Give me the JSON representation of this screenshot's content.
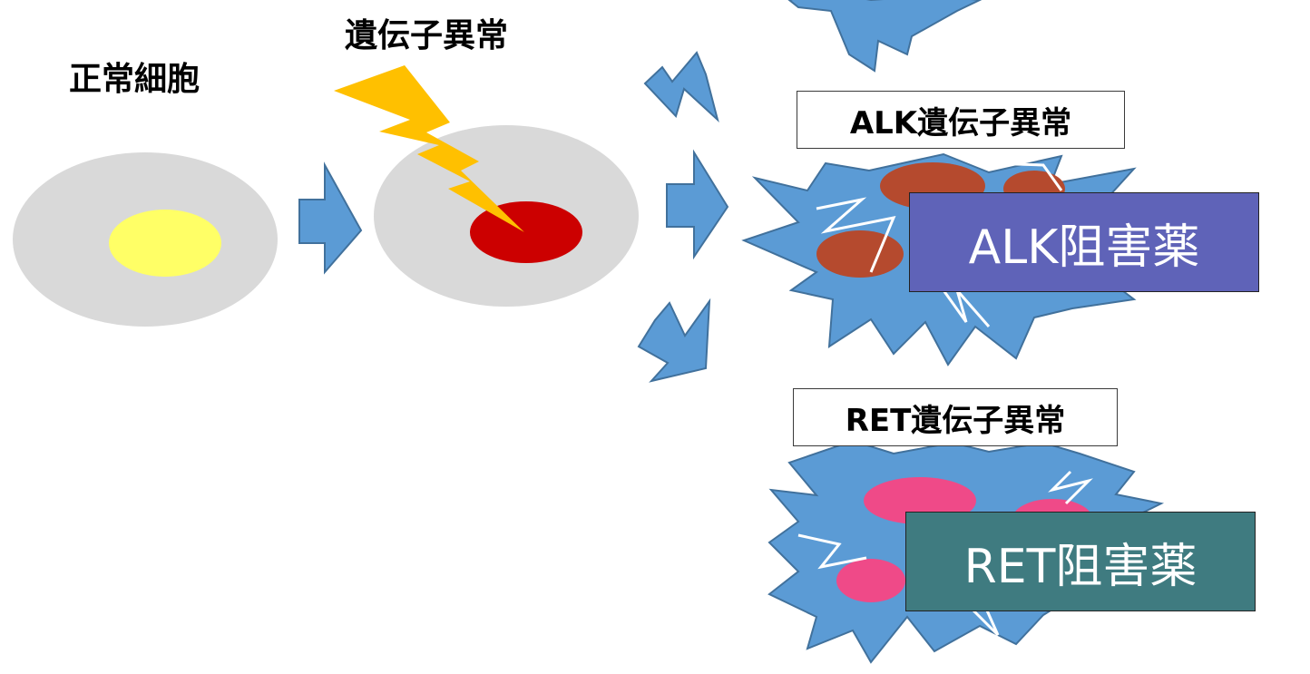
{
  "labels": {
    "normal_cell": "正常細胞",
    "gene_abnormality": "遺伝子異常"
  },
  "mutations": [
    {
      "label": "ALK遺伝子異常",
      "drug": "ALK阻害薬",
      "drug_color": "#5f63b8",
      "nucleus_color": "#b54a2e"
    },
    {
      "label": "RET遺伝子異常",
      "drug": "RET阻害薬",
      "drug_color": "#3f7b80",
      "nucleus_color": "#ef4a88"
    }
  ],
  "colors": {
    "cell": "#d9d9d9",
    "normal_nucleus": "#ffff66",
    "abnormal_nucleus": "#cc0000",
    "arrow": "#5b9bd5",
    "arrow_stroke": "#41719c",
    "burst": "#5b9bd5",
    "lightning": "#ffc000"
  },
  "icons": [
    "lightning-bolt-icon",
    "right-arrow-icon",
    "burst-cell-icon"
  ]
}
